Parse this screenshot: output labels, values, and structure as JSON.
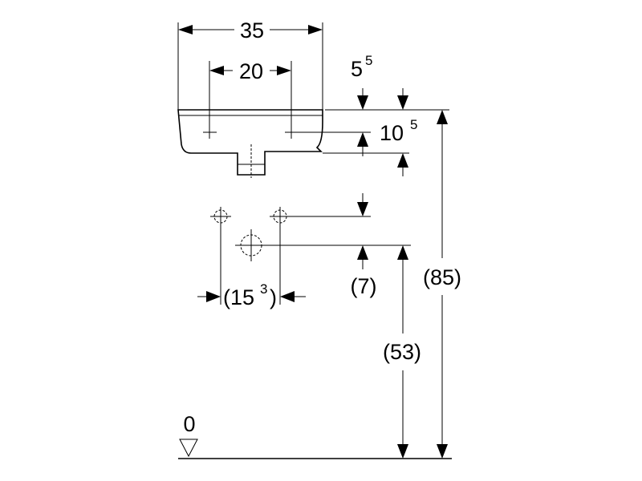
{
  "dimensions": {
    "width_total": "35",
    "tap_spacing": "20",
    "rim_offset_main": "5",
    "rim_offset_sup": "5",
    "tap_height_main": "10",
    "tap_height_sup": "5",
    "supply_spacing_open": "(15",
    "supply_spacing_sup": "3",
    "supply_spacing_close": ")",
    "supply_offset": "(7)",
    "drain_height": "(53)",
    "rim_height": "(85)",
    "floor_level": "0"
  }
}
